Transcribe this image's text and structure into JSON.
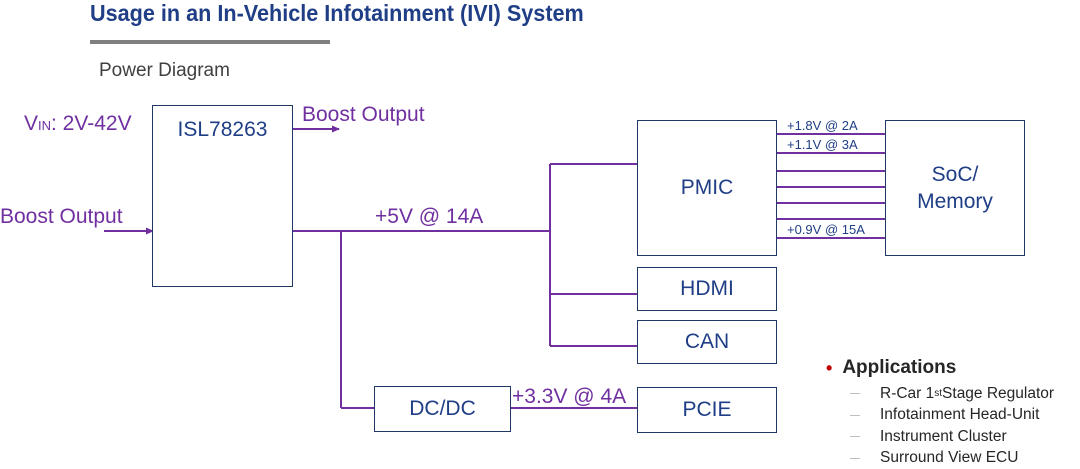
{
  "header": {
    "title": "Usage in an In-Vehicle Infotainment (IVI) System",
    "subtitle": "Power Diagram"
  },
  "diagram": {
    "vin": {
      "prefix": "V",
      "sub": "IN",
      "range": ": 2V-42V"
    },
    "boost_output_top": "Boost Output",
    "boost_output_left": "Boost Output",
    "regulator": "ISL78263",
    "main_rail": "+5V @ 14A",
    "pmic": "PMIC",
    "soc": {
      "line1": "SoC/",
      "line2": "Memory"
    },
    "hdmi": "HDMI",
    "can": "CAN",
    "dcdc": "DC/DC",
    "pcie": "PCIE",
    "pcie_rail": "+3.3V @ 4A",
    "soc_rails": [
      "+1.8V @ 2A",
      "+1.1V @ 3A",
      "+0.9V @ 15A"
    ],
    "colors": {
      "wire": "#7030a0",
      "box_border": "#1f3864",
      "box_text": "#1f3e86"
    }
  },
  "applications": {
    "heading": "Applications",
    "items": [
      "R-Car 1",
      "st",
      " Stage Regulator",
      "Infotainment Head-Unit",
      "Instrument Cluster",
      "Surround View ECU"
    ]
  }
}
